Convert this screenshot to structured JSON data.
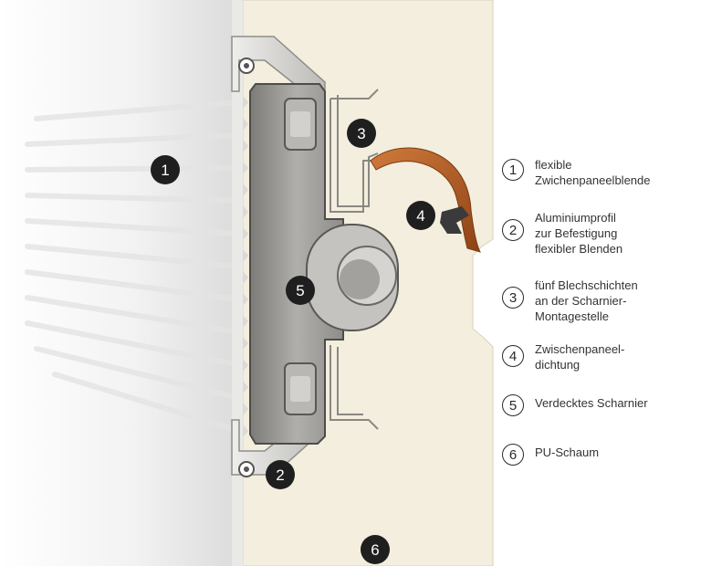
{
  "diagram": {
    "callouts": [
      {
        "num": "1"
      },
      {
        "num": "2"
      },
      {
        "num": "3"
      },
      {
        "num": "4"
      },
      {
        "num": "5"
      },
      {
        "num": "6"
      }
    ],
    "legend": [
      {
        "num": "1",
        "text": "flexible\nZwichenpaneelblende"
      },
      {
        "num": "2",
        "text": "Aluminiumprofil\nzur Befestigung\nflexibler Blenden"
      },
      {
        "num": "3",
        "text": "fünf Blechschichten\nan der Scharnier-\nMontagestelle"
      },
      {
        "num": "4",
        "text": "Zwischenpaneel-\ndichtung"
      },
      {
        "num": "5",
        "text": "Verdecktes Scharnier"
      },
      {
        "num": "6",
        "text": "PU-Schaum"
      }
    ]
  },
  "colors": {
    "foam": "#f3eedd",
    "profile": "#d8d6d2",
    "profile_dark": "#8f8d89",
    "hinge": "#a9a7a3",
    "seal": "#b8612a",
    "callout_fill": "#1f1f1f"
  }
}
